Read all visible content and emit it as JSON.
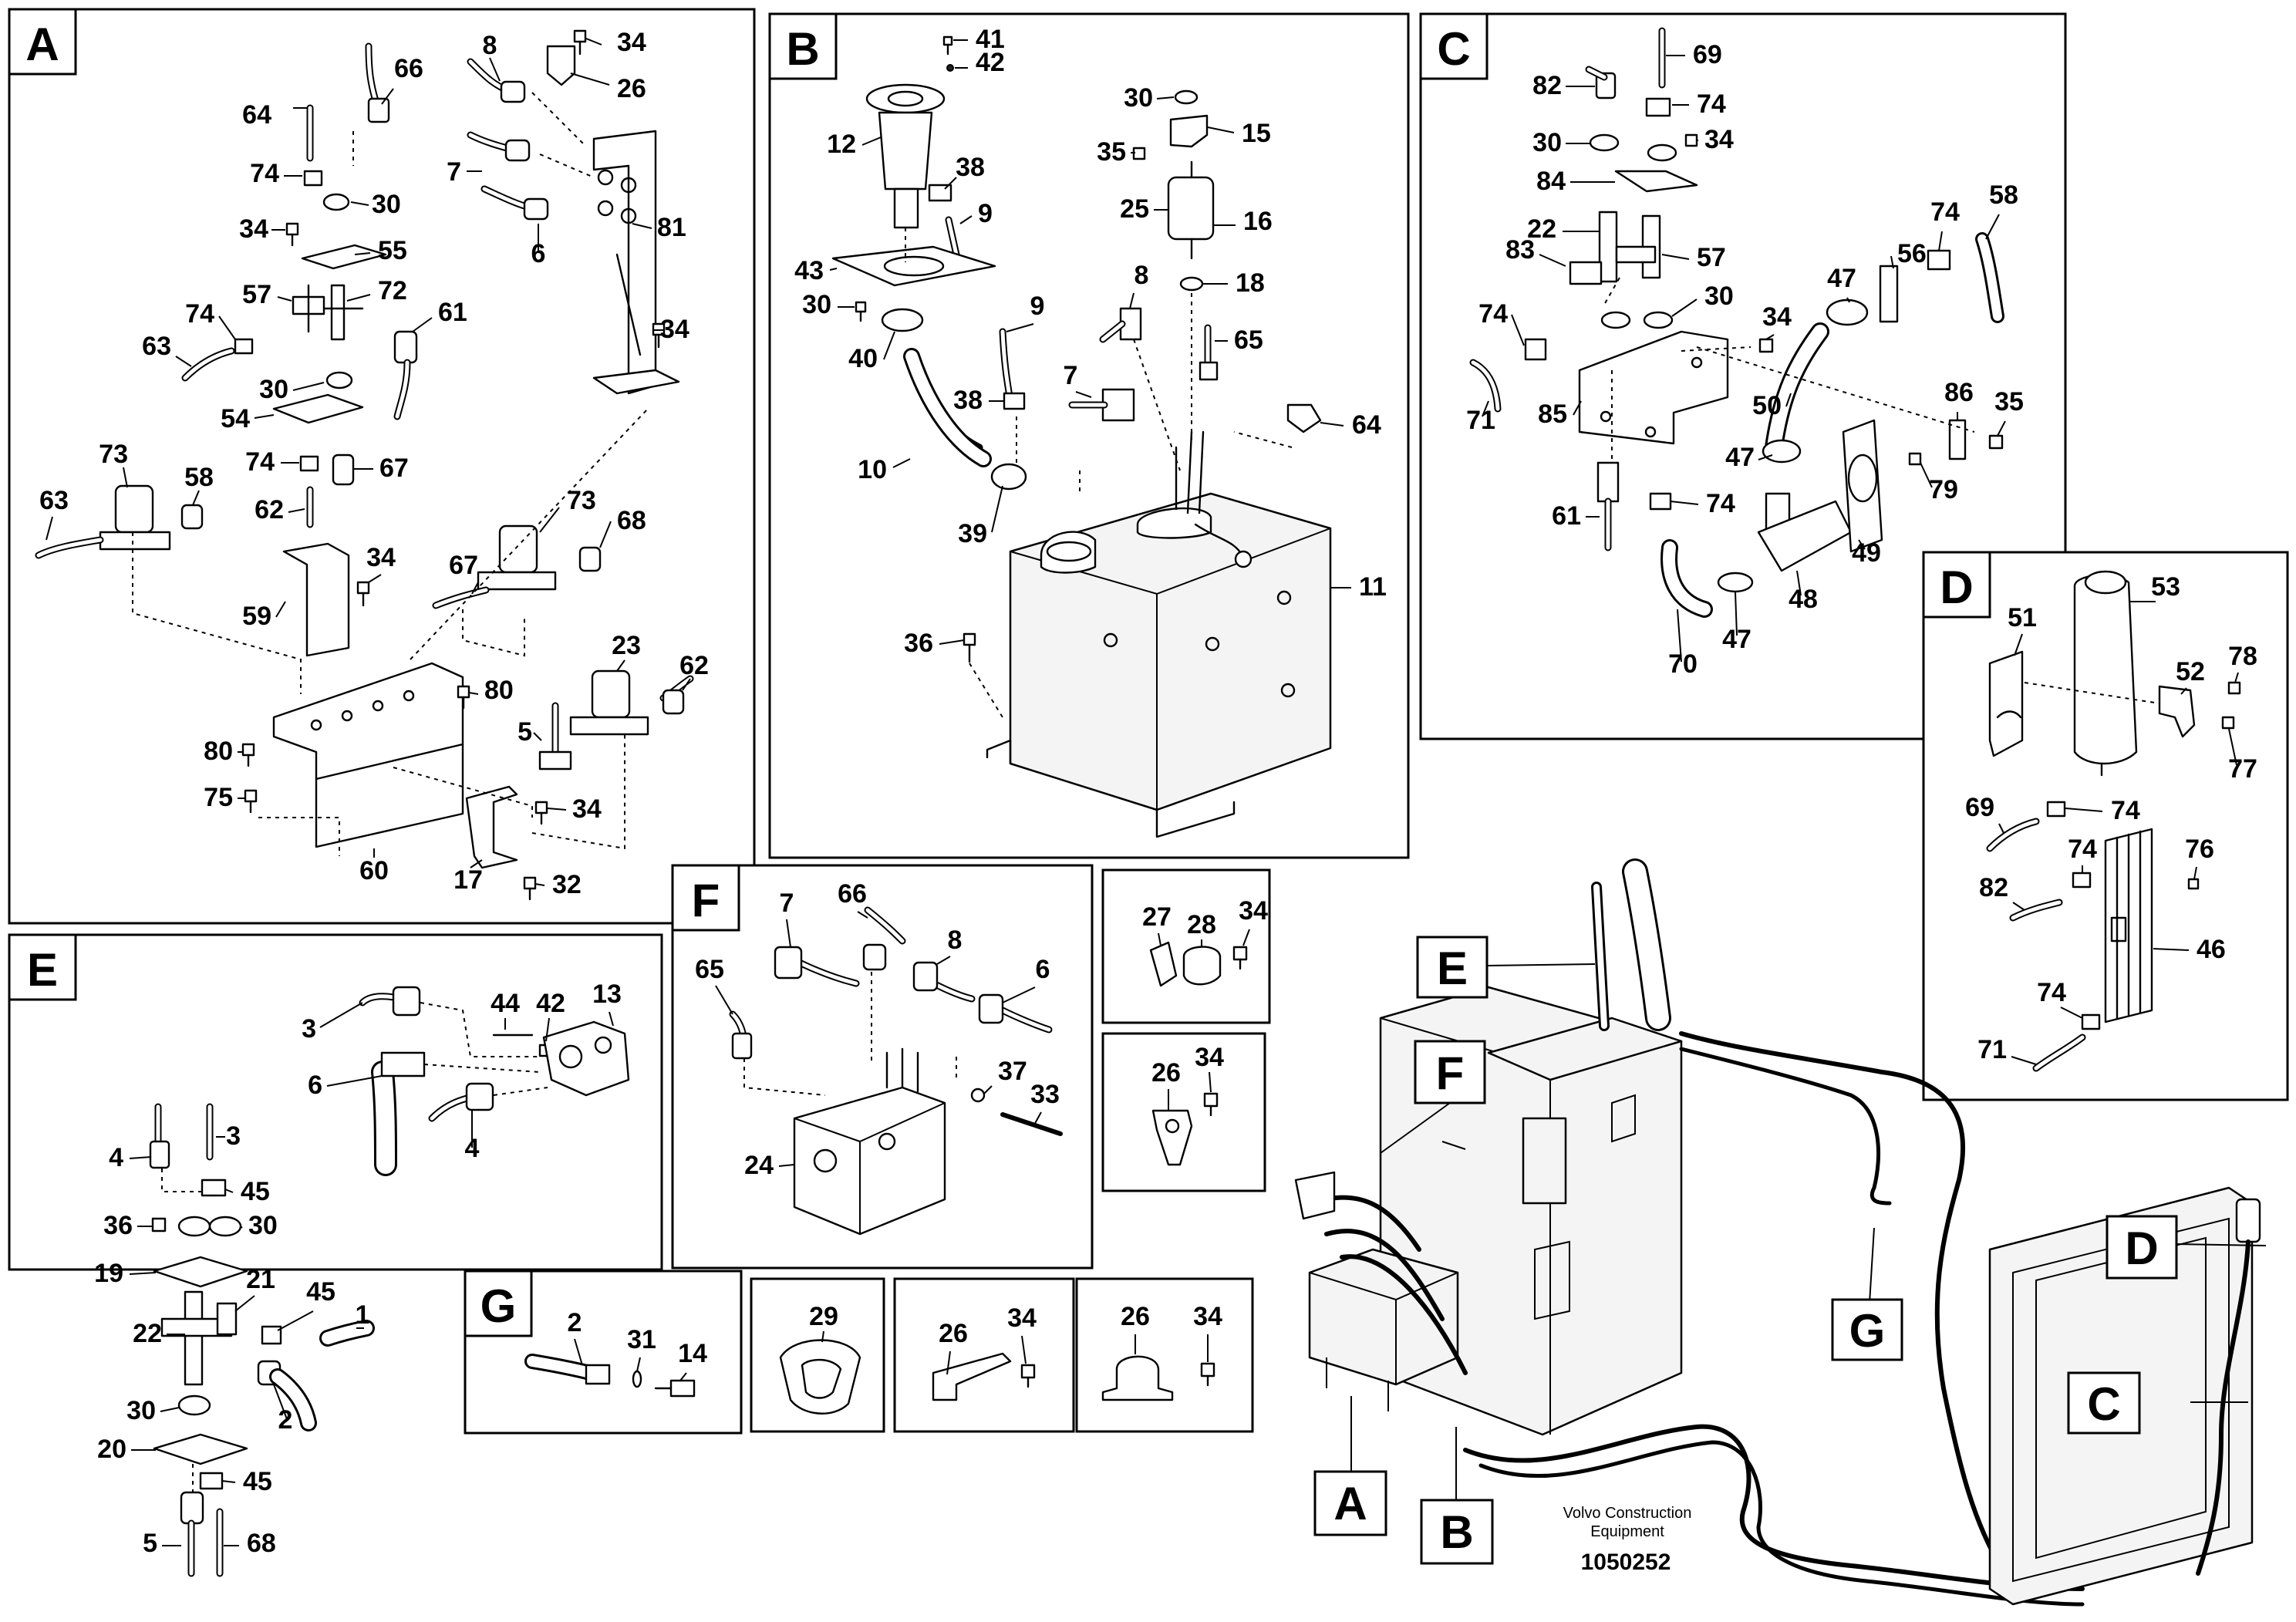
{
  "panels": [
    {
      "label": "A",
      "callouts": [
        "66",
        "8",
        "34",
        "26",
        "64",
        "74",
        "30",
        "34",
        "55",
        "81",
        "7",
        "6",
        "57",
        "72",
        "74",
        "61",
        "34",
        "63",
        "30",
        "54",
        "73",
        "58",
        "63",
        "74",
        "67",
        "62",
        "73",
        "68",
        "34",
        "59",
        "67",
        "80",
        "23",
        "62",
        "80",
        "5",
        "75",
        "34",
        "60",
        "17",
        "32"
      ]
    },
    {
      "label": "B",
      "callouts": [
        "41",
        "42",
        "12",
        "38",
        "9",
        "30",
        "15",
        "35",
        "25",
        "16",
        "18",
        "43",
        "30",
        "8",
        "9",
        "40",
        "65",
        "7",
        "38",
        "64",
        "10",
        "39",
        "11",
        "36"
      ]
    },
    {
      "label": "C",
      "callouts": [
        "69",
        "82",
        "74",
        "30",
        "34",
        "84",
        "22",
        "57",
        "83",
        "30",
        "74",
        "74",
        "58",
        "47",
        "56",
        "34",
        "71",
        "85",
        "50",
        "86",
        "35",
        "47",
        "79",
        "61",
        "74",
        "49",
        "48",
        "70",
        "47"
      ]
    },
    {
      "label": "D",
      "callouts": [
        "53",
        "51",
        "78",
        "52",
        "77",
        "69",
        "74",
        "74",
        "76",
        "82",
        "46",
        "74",
        "71"
      ]
    },
    {
      "label": "E",
      "callouts": [
        "13",
        "3",
        "44",
        "42",
        "6",
        "4",
        "4",
        "3",
        "45",
        "36",
        "30",
        "19",
        "21",
        "45",
        "1",
        "22",
        "2",
        "30",
        "20",
        "45",
        "5",
        "68"
      ]
    },
    {
      "label": "F",
      "callouts": [
        "7",
        "66",
        "8",
        "65",
        "6",
        "37",
        "33",
        "24"
      ]
    },
    {
      "label": "G",
      "callouts": [
        "2",
        "31",
        "14"
      ]
    }
  ],
  "small_panels": [
    {
      "callouts": [
        "27",
        "28",
        "34"
      ]
    },
    {
      "callouts": [
        "26",
        "34"
      ]
    },
    {
      "callouts": [
        "29"
      ]
    },
    {
      "callouts": [
        "26",
        "34"
      ]
    },
    {
      "callouts": [
        "26",
        "34"
      ]
    }
  ],
  "overview_labels": [
    "E",
    "F",
    "D",
    "G",
    "C",
    "A",
    "B"
  ],
  "credit": {
    "company": "Volvo Construction",
    "company_line2": "Equipment",
    "document_number": "1050252"
  },
  "colors": {
    "ink": "#000000",
    "paper": "#ffffff"
  }
}
